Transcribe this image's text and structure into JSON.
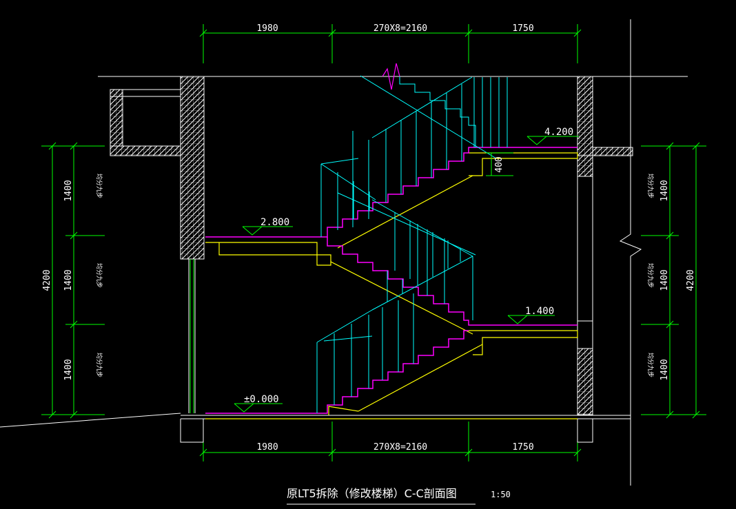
{
  "top_dims": [
    "1980",
    "270X8=2160",
    "1750"
  ],
  "bottom_dims": [
    "1980",
    "270X8=2160",
    "1750"
  ],
  "levels": [
    "4.200",
    "2.800",
    "1.400",
    "±0.000"
  ],
  "step_riser_dim": "400",
  "left_dims": {
    "total": "4200",
    "segments": [
      "1400",
      "1400",
      "1400"
    ]
  },
  "right_dims": {
    "total": "4200",
    "segments": [
      "1400",
      "1400",
      "1400"
    ]
  },
  "left_notes": [
    "均分九步",
    "均分九步",
    "均分九步"
  ],
  "right_notes": [
    "均分九步",
    "均分九步",
    "均分九步"
  ],
  "title": "原LT5拆除（修改楼梯）C-C剖面图",
  "scale": "1:50",
  "colors": {
    "dim": "#00ff00",
    "stair": "#ff00ff",
    "rail": "#00ffff",
    "slab": "#ffff00",
    "wall": "#ffffff"
  }
}
